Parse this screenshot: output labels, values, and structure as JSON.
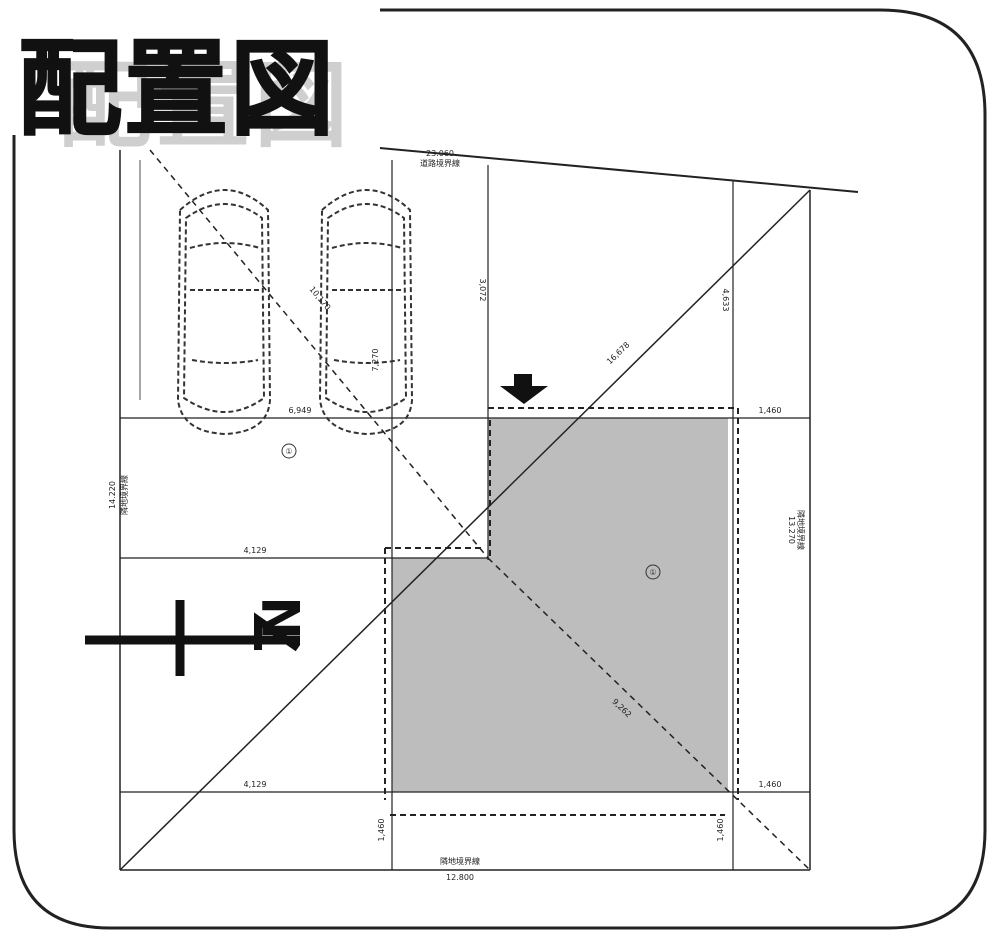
{
  "title": "配置図",
  "colors": {
    "line": "#222222",
    "building_fill": "#bdbdbd",
    "title_shadow": "#cfcfcf"
  },
  "north_arrow": {
    "label": "N"
  },
  "dimensions": {
    "top_road_length": "23.060",
    "top_road_label": "道路境界線",
    "dim_3072": "3,072",
    "dim_4633": "4,633",
    "diagonal_top": "16,678",
    "diagonal_left": "10,170",
    "dim_7270": "7,270",
    "dim_6949": "6,949",
    "dim_1460_upper": "1,460",
    "dim_4129_mid": "4,129",
    "dim_4129_low": "4,129",
    "dim_1460_lower": "1,460",
    "diagonal_low": "9,262",
    "left_side_length": "14.220",
    "left_side_label": "隣地境界線",
    "right_side_length": "13.270",
    "right_side_label": "隣地境界線",
    "bottom_left_small": "1,460",
    "bottom_right_small": "1,460",
    "bottom_label": "隣地境界線",
    "bottom_length": "12.800"
  },
  "markers": [
    "①",
    "①"
  ],
  "icons": [
    "car-icon",
    "car-icon",
    "entrance-arrow-icon",
    "north-arrow-icon"
  ]
}
